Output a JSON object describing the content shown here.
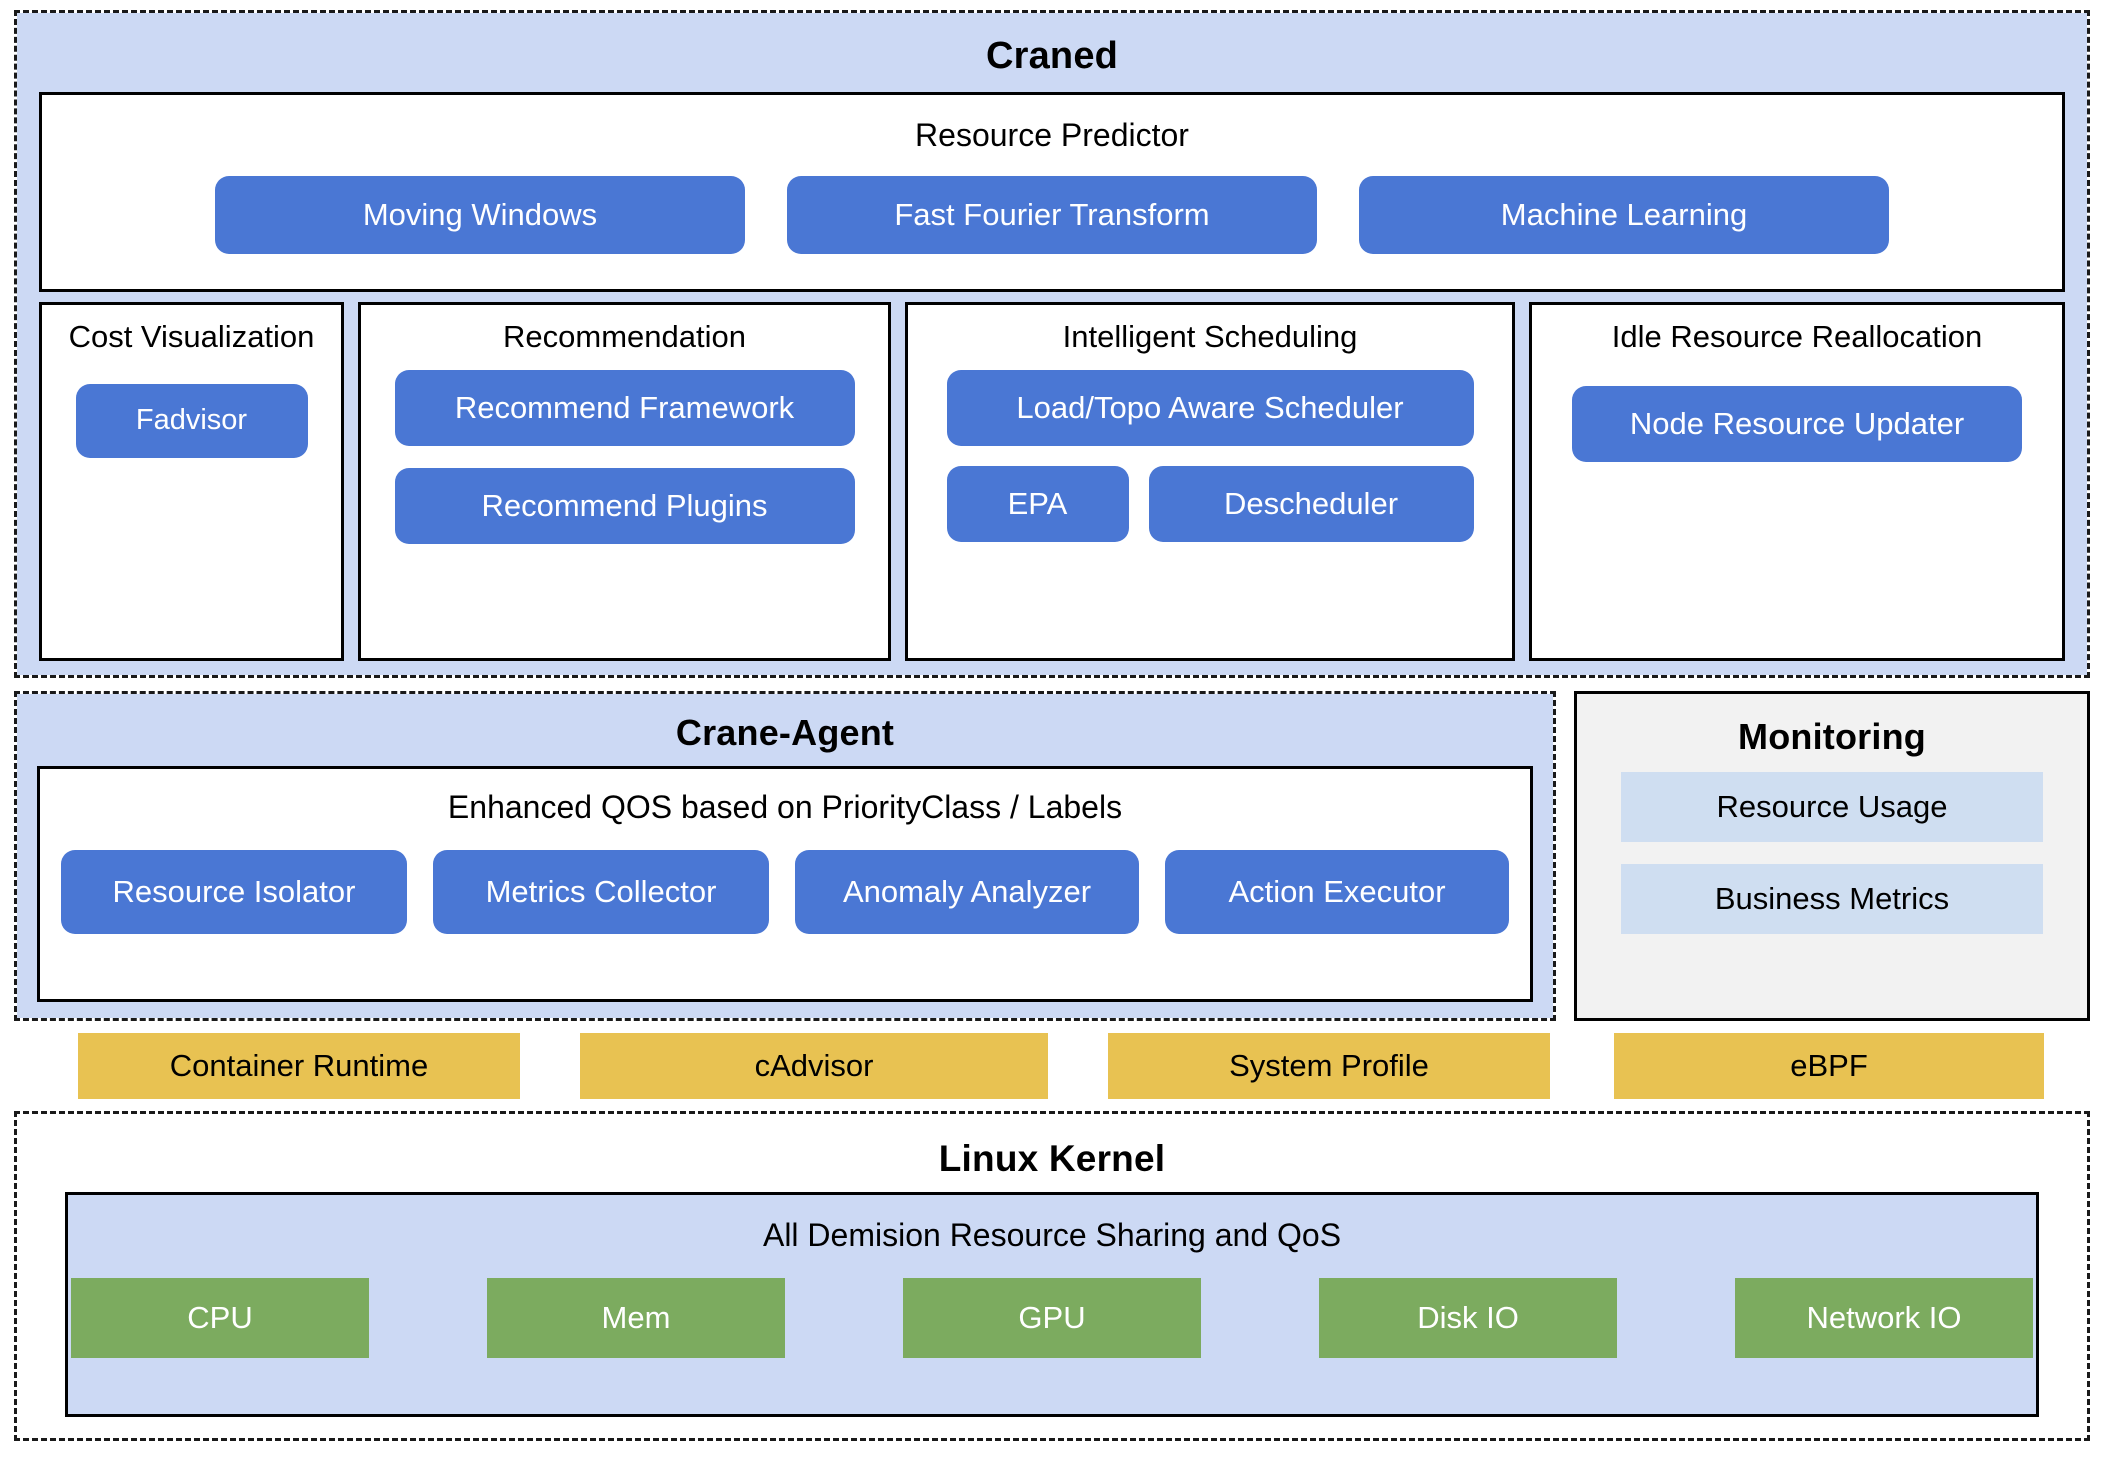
{
  "craned": {
    "title": "Craned",
    "resource_predictor": {
      "title": "Resource Predictor",
      "chips": [
        "Moving Windows",
        "Fast Fourier Transform",
        "Machine Learning"
      ]
    },
    "cost_visualization": {
      "title": "Cost Visualization",
      "chips": [
        "Fadvisor"
      ]
    },
    "recommendation": {
      "title": "Recommendation",
      "chips": [
        "Recommend Framework",
        "Recommend Plugins"
      ]
    },
    "intelligent_scheduling": {
      "title": "Intelligent Scheduling",
      "chip_wide": "Load/Topo Aware Scheduler",
      "chips": [
        "EPA",
        "Descheduler"
      ]
    },
    "idle_resource_reallocation": {
      "title": "Idle Resource Reallocation",
      "chips": [
        "Node Resource Updater"
      ]
    }
  },
  "crane_agent": {
    "title": "Crane-Agent",
    "qos": {
      "title": "Enhanced QOS based on PriorityClass / Labels",
      "chips": [
        "Resource Isolator",
        "Metrics Collector",
        "Anomaly Analyzer",
        "Action Executor"
      ]
    }
  },
  "monitoring": {
    "title": "Monitoring",
    "chips": [
      "Resource Usage",
      "Business Metrics"
    ]
  },
  "runtime_layer": {
    "chips": [
      "Container Runtime",
      "cAdvisor",
      "System Profile",
      "eBPF"
    ]
  },
  "linux_kernel": {
    "title": "Linux Kernel",
    "sharing": {
      "title": "All Demision Resource Sharing and QoS",
      "chips": [
        "CPU",
        "Mem",
        "GPU",
        "Disk IO",
        "Network IO"
      ]
    }
  },
  "colors": {
    "panel_blue": "#ccd9f4",
    "chip_blue": "#4a77d4",
    "chip_yellow": "#e8c252",
    "chip_green": "#7cab5f",
    "chip_lightblue": "#cfdef1",
    "monitoring_bg": "#f2f2f2",
    "outline": "#000000"
  }
}
